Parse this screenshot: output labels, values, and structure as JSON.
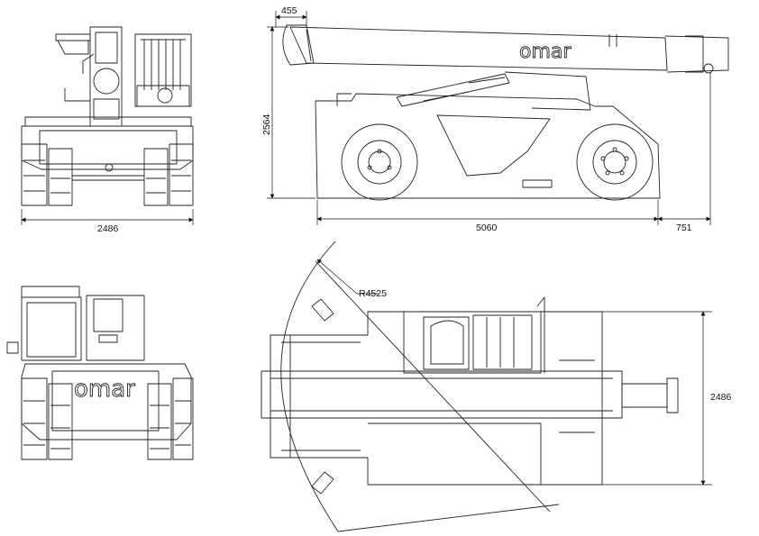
{
  "brand": {
    "logo_text": "omar"
  },
  "dimensions": {
    "front_width": "2486",
    "overall_height": "2564",
    "front_overhang": "455",
    "wheelbase_length": "5060",
    "rear_overhang": "751",
    "turn_radius": "R4525",
    "top_width": "2486"
  },
  "colors": {
    "line": "#222222",
    "fill": "#ffffff"
  }
}
